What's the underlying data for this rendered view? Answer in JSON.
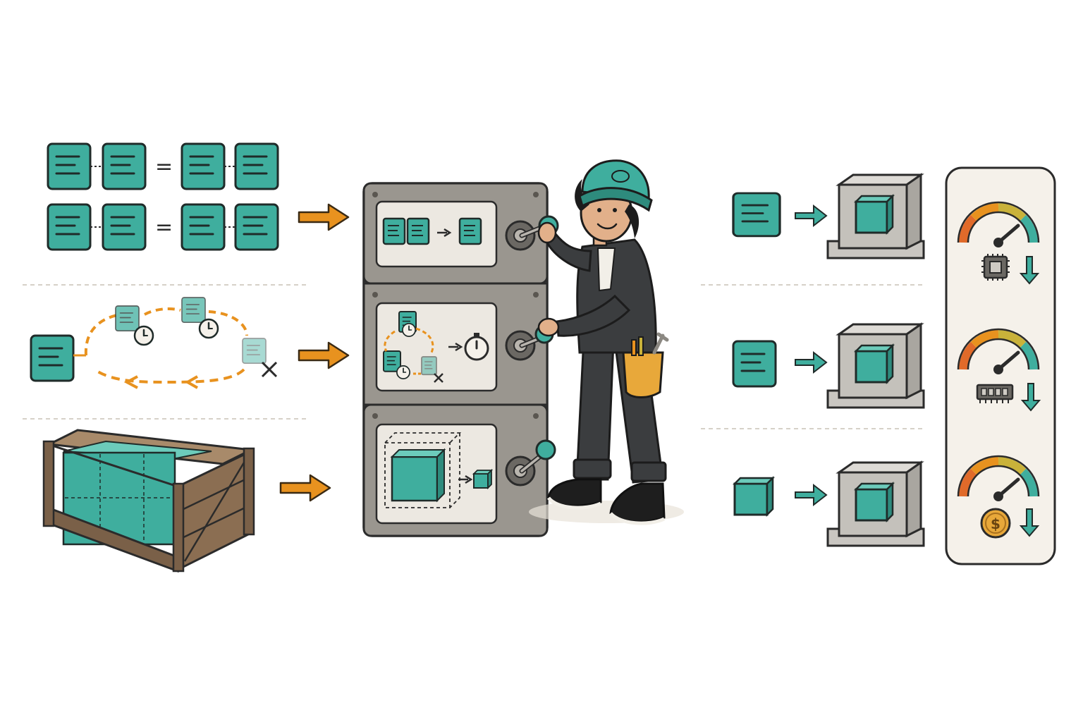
{
  "figure": {
    "rows": [
      {
        "input": "duplicate-documents",
        "operation": "deduplicate",
        "result": "single-document",
        "metric": "compute"
      },
      {
        "input": "expiring-cached-documents",
        "operation": "time-to-live-expiry",
        "result": "single-document",
        "metric": "memory"
      },
      {
        "input": "oversized-crate-of-cubes",
        "operation": "compress-shrink",
        "result": "small-cube",
        "metric": "cost"
      }
    ],
    "metrics": [
      {
        "icon": "cpu-chip-icon",
        "trend": "down"
      },
      {
        "icon": "memory-module-icon",
        "trend": "down"
      },
      {
        "icon": "dollar-coin-icon",
        "trend": "down"
      }
    ]
  },
  "colors": {
    "teal": "#3fae9e",
    "teal_dark": "#2e8b7d",
    "orange": "#e8921f",
    "gray_machine": "#8f8b85",
    "ink": "#2b2b2b",
    "panel_bg": "#f5f1ea",
    "wood": "#7a6048"
  }
}
